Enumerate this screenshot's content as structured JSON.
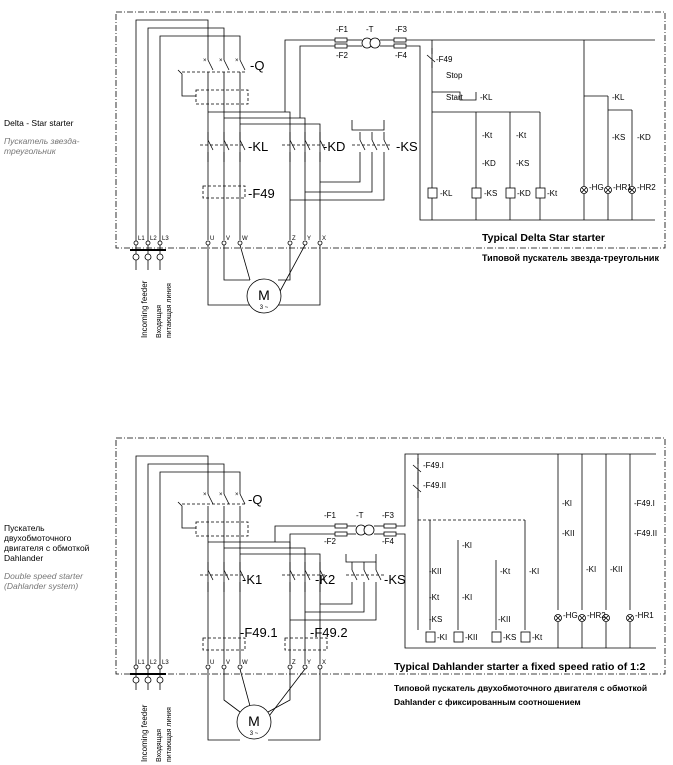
{
  "left_notes": {
    "top_en": "Delta - Star starter",
    "top_ru": "Пускатель звезда-треугольник",
    "bottom_ru": "Пускатель двухобмоточного двигателя с обмоткой Dahlander",
    "bottom_en": "Double speed starter (Dahlander system)"
  },
  "diagram1": {
    "q": "-Q",
    "kl": "-KL",
    "kd": "-KD",
    "ks": "-KS",
    "f49": "-F49",
    "f1": "-F1",
    "f2": "-F2",
    "f3": "-F3",
    "f4": "-F4",
    "t": "-T",
    "motor": "M",
    "motor_sub": "3 ~",
    "terms": [
      "L1",
      "L2",
      "L3",
      "U",
      "V",
      "W",
      "Z",
      "Y",
      "X"
    ],
    "feeder_en": "Incoming feeder",
    "feeder_ru1": "Входящая",
    "feeder_ru2": "питающая линия",
    "ctrl": {
      "f49": "-F49",
      "stop": "Stop",
      "start": "Start",
      "kl_c": "-KL",
      "kt_a": "-Kt",
      "kt_b": "-Kt",
      "kd_c": "-KD",
      "ks_c": "-KS",
      "kl_r": "-KL",
      "ks_r": "-KS",
      "kd_r": "-KD",
      "coil_kl": "-KL",
      "coil_ks": "-KS",
      "coil_kd": "-KD",
      "coil_kt": "-Kt",
      "hg": "-HG",
      "hr1": "-HR1",
      "hr2": "-HR2"
    },
    "caption_en": "Typical Delta Star starter",
    "caption_ru": "Типовой пускатель звезда-треугольник"
  },
  "diagram2": {
    "q": "-Q",
    "k1": "-K1",
    "k2": "-K2",
    "ks": "-KS",
    "f491": "-F49.1",
    "f492": "-F49.2",
    "f1": "-F1",
    "f2": "-F2",
    "f3": "-F3",
    "f4": "-F4",
    "t": "-T",
    "motor": "M",
    "motor_sub": "3 ~",
    "terms": [
      "L1",
      "L2",
      "L3",
      "U",
      "V",
      "W",
      "Z",
      "Y",
      "X"
    ],
    "feeder_en": "Incoming feeder",
    "feeder_ru1": "Входящая",
    "feeder_ru2": "питающая линия",
    "ctrl": {
      "f49i": "-F49.I",
      "f49ii": "-F49.II",
      "kl_a": "-Kl",
      "kii_a": "-KII",
      "kt_a": "-Kt",
      "ki_a": "-KI",
      "kt_b": "-Kt",
      "ks_a": "-KS",
      "kii_b": "-KII",
      "coil_ki": "-KI",
      "coil_kii": "-KII",
      "coil_ks": "-KS",
      "coil_kt": "-Kt",
      "r_kl": "-Kl",
      "r_kii": "-KII",
      "r_ki": "-KI",
      "r_kii2": "-KII",
      "r_f49i": "-F49.I",
      "r_f49ii": "-F49.II",
      "hg": "-HG",
      "hr2": "-HR2",
      "hr1": "-HR1"
    },
    "caption_en": "Typical Dahlander starter a fixed speed ratio of 1:2",
    "caption_ru1": "Типовой пускатель двухобмоточного двигателя с обмоткой",
    "caption_ru2": "Dahlander с фиксированным соотношением"
  }
}
